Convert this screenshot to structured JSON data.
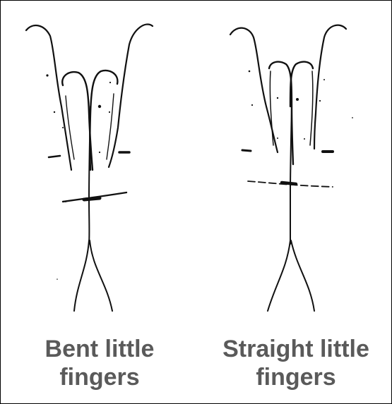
{
  "panels": [
    {
      "caption_line1": "Bent little",
      "caption_line2": "fingers"
    },
    {
      "caption_line1": "Straight little",
      "caption_line2": "fingers"
    }
  ],
  "colors": {
    "ink": "#111111",
    "caption": "#5a5a5a",
    "background": "#ffffff",
    "border": "#000000"
  }
}
